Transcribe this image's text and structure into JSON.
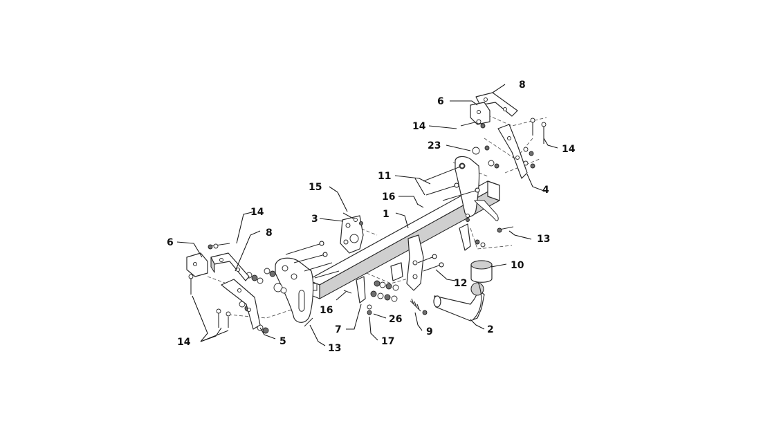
{
  "callouts": {
    "c1": "1",
    "c2": "2",
    "c3": "3",
    "c4": "4",
    "c5": "5",
    "c6": "6",
    "c6_left": "6",
    "c7": "7",
    "c8_right": "8",
    "c8_left": "8",
    "c9": "9",
    "c10": "10",
    "c11": "11",
    "c12": "12",
    "c13_right": "13",
    "c13_bottom": "13",
    "c14_top_right": "14",
    "c14_right": "14",
    "c14_top_left": "14",
    "c14_bottom_left": "14",
    "c15": "15",
    "c16_top": "16",
    "c16_bottom": "16",
    "c17": "17",
    "c23": "23",
    "c26": "26"
  }
}
